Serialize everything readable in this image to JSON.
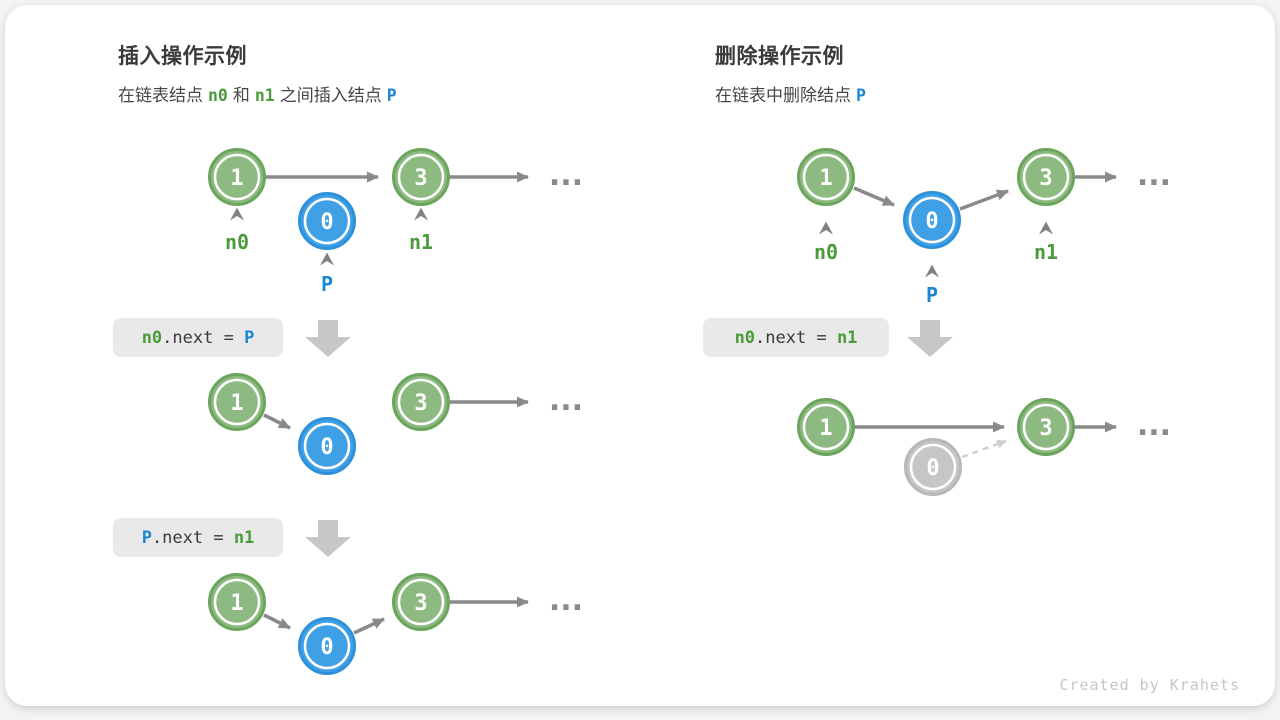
{
  "page": {
    "footer": "Created by Krahets"
  },
  "colors": {
    "node_green": "#8cba80",
    "node_green_border": "#6ba55b",
    "node_blue": "#3fa0e5",
    "node_blue_border": "#2e91db",
    "node_gray": "#c6c6c6",
    "arrow_gray": "#8a8a8a",
    "block_arrow_gray": "#c7c7c7",
    "code_box_bg": "#e9e9e9",
    "code_green": "#4b9a3c",
    "code_blue": "#1b86d3"
  },
  "node_values": {
    "one": "1",
    "zero": "0",
    "three": "3"
  },
  "labels": {
    "n0": "n0",
    "n1": "n1",
    "p": "P"
  },
  "ellipsis": "...",
  "insert": {
    "title": "插入操作示例",
    "subtitle": {
      "part1": "在链表结点",
      "tok_n0": "n0",
      "part2": "和",
      "tok_n1": "n1",
      "part3": "之间插入结点",
      "tok_p": "P"
    },
    "code1": {
      "lhs": "n0",
      "mid": ".next = ",
      "rhs": "P"
    },
    "code2": {
      "lhs": "P",
      "mid": ".next = ",
      "rhs": "n1"
    }
  },
  "delete": {
    "title": "删除操作示例",
    "subtitle": {
      "part1": "在链表中删除结点",
      "tok_p": "P"
    },
    "code1": {
      "lhs": "n0",
      "mid": ".next = ",
      "rhs": "n1"
    }
  }
}
